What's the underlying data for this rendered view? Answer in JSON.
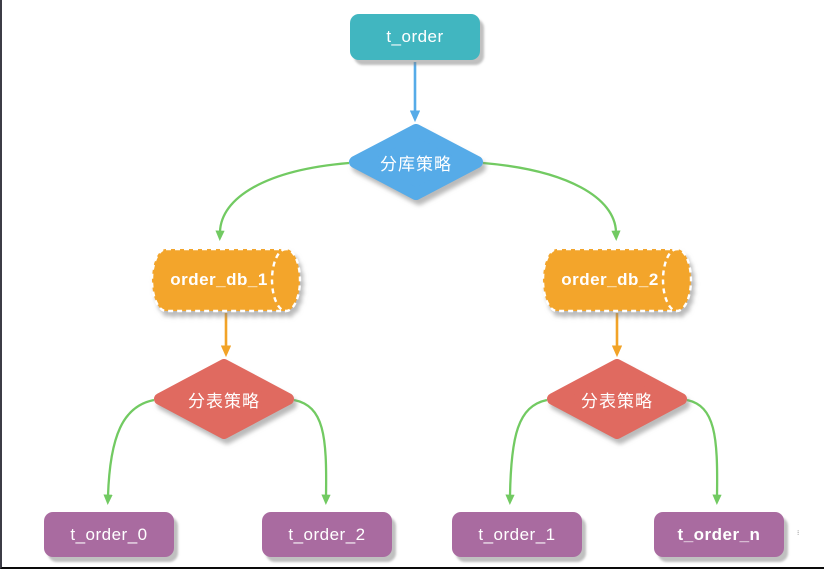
{
  "diagram": {
    "nodes": {
      "root_table": "t_order",
      "db_strategy": "分库策略",
      "db_left": "order_db_1",
      "db_right": "order_db_2",
      "table_strategy_left": "分表策略",
      "table_strategy_right": "分表策略",
      "table_0": "t_order_0",
      "table_2": "t_order_2",
      "table_1": "t_order_1",
      "table_n": "t_order_n"
    },
    "colors": {
      "root_table_fill": "#41b6c0",
      "db_strategy_diamond_fill": "#56abe8",
      "database_cylinder_fill": "#f3a52b",
      "table_strategy_diamond_fill": "#e06a60",
      "table_box_fill": "#a96ba0",
      "arrow_blue": "#56abe8",
      "arrow_green": "#72ca62",
      "arrow_orange": "#f2a327",
      "node_text": "#ffffff",
      "shadow": "#bdbdbd",
      "frame_left_line": "#3c3c46",
      "frame_bottom_line": "#0a0a0a"
    },
    "watermark_fragment": "⁝"
  }
}
